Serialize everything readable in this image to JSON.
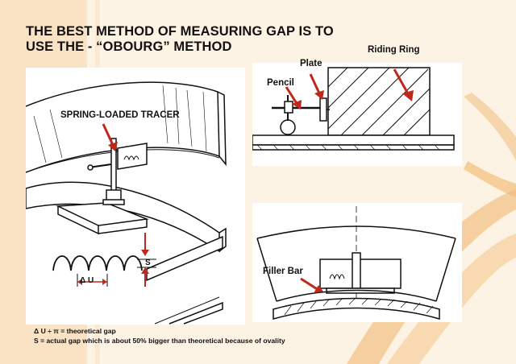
{
  "title": {
    "line1": "THE BEST METHOD OF MEASURING GAP IS TO",
    "line2": "USE THE - “OBOURG” METHOD"
  },
  "labels": {
    "tracer": "SPRING-LOADED TRACER",
    "delta_u": "Δ U",
    "s": "S",
    "riding_ring": "Riding Ring",
    "plate": "Plate",
    "pencil": "Pencil",
    "filler_bar": "Filler Bar"
  },
  "footnotes": {
    "line1": "Δ U ÷ π = theoretical gap",
    "line2": "S = actual gap which is about 50% bigger than theoretical because of ovality"
  },
  "colors": {
    "background": "#fdf3e4",
    "accent_orange": "#f0b768",
    "panel": "#ffffff",
    "ink": "#111111",
    "arrow": "#c0281c"
  }
}
